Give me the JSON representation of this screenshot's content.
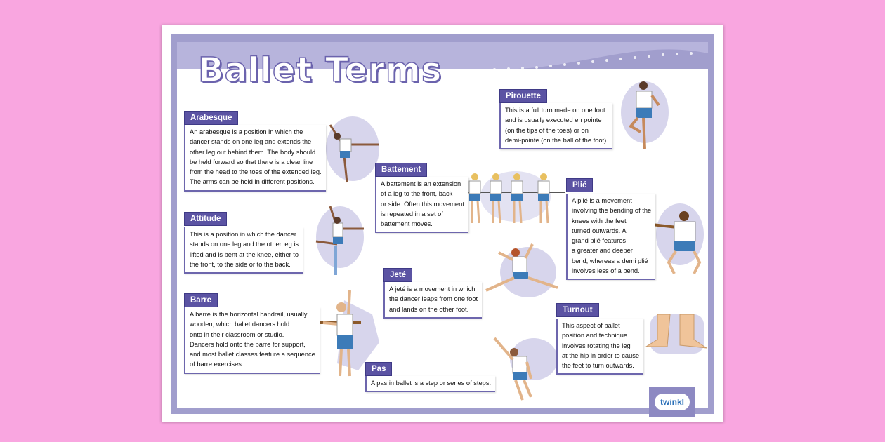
{
  "title": "Ballet Terms",
  "colors": {
    "background": "#f9a6e0",
    "frame": "#a19ecd",
    "label": "#5b53a3"
  },
  "terms": {
    "arabesque": {
      "label": "Arabesque",
      "text": "An arabesque is a position in which the\ndancer stands on one leg and extends the\nother leg out behind them. The body should\nbe held forward so that there is a clear line\nfrom the head to the toes of the extended leg.\nThe arms can be held in different positions."
    },
    "attitude": {
      "label": "Attitude",
      "text": "This is a position in which the dancer\nstands on one leg and the other leg is\nlifted and is bent at the knee, either to\nthe front, to the side or to the back."
    },
    "barre": {
      "label": "Barre",
      "text": "A barre is the horizontal handrail, usually\nwooden, which ballet dancers hold\nonto in their classroom or studio.\nDancers hold onto the barre for support,\nand most ballet classes feature a sequence\nof barre exercises."
    },
    "pas": {
      "label": "Pas",
      "text": "A pas in ballet is a step or series of steps."
    },
    "jete": {
      "label": "Jeté",
      "text": "A jeté is a movement in which\nthe dancer leaps from one foot\nand lands on the other foot."
    },
    "battement": {
      "label": "Battement",
      "text": "A battement is an extension\nof a leg to the front, back\nor side. Often this movement\nis repeated in a set of\nbattement moves."
    },
    "pirouette": {
      "label": "Pirouette",
      "text": "This is a full turn made on one foot\nand is usually executed en pointe\n(on the tips of the toes) or on\ndemi-pointe (on the ball of the foot)."
    },
    "plie": {
      "label": "Plié",
      "text": "A plié is a movement\ninvolving the bending of the\nknees with the feet\nturned outwards. A\ngrand plié features\na greater and deeper\nbend, whereas a demi plié\ninvolves less of a bend."
    },
    "turnout": {
      "label": "Turnout",
      "text": "This aspect of ballet\nposition and technique\ninvolves rotating the leg\nat the hip in order to cause\nthe feet to turn outwards."
    }
  },
  "logo": "twinkl"
}
